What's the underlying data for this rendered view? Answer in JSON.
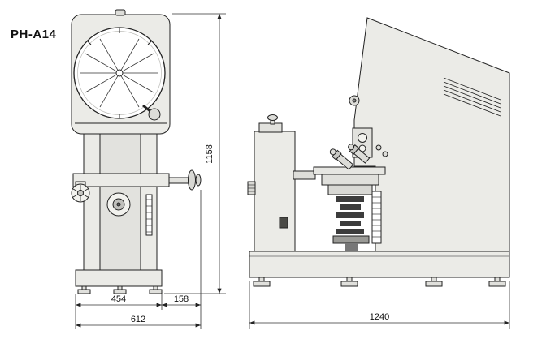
{
  "drawing": {
    "model_label": "PH-A14",
    "dimensions": {
      "front_height": "1158",
      "front_base_width": "454",
      "front_overhang": "158",
      "front_total_width": "612",
      "side_total_depth": "1240"
    },
    "colors": {
      "line": "#222222",
      "fill_light": "#ebebe7",
      "background": "#ffffff"
    }
  }
}
